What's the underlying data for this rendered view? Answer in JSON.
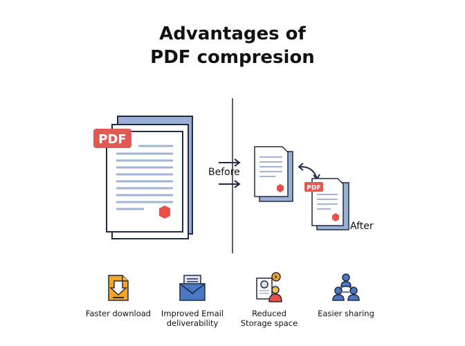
{
  "title": {
    "line1": "Advantages of",
    "line2": "PDF compresion"
  },
  "diagram": {
    "big_doc_badge": "PDF",
    "small_doc_badge": "PDF",
    "before_label": "Before",
    "after_label": "After"
  },
  "benefits": [
    {
      "icon": "download-folder-icon",
      "lines": [
        "Faster download"
      ]
    },
    {
      "icon": "email-envelope-icon",
      "lines": [
        "Improved Email",
        "deliverability"
      ]
    },
    {
      "icon": "storage-person-icon",
      "lines": [
        "Reduced",
        "Storage space"
      ]
    },
    {
      "icon": "sharing-people-icon",
      "lines": [
        "Easier sharing"
      ]
    }
  ],
  "colors": {
    "outline": "#1f2a44",
    "back_page": "#9aaed6",
    "text_lines": "#9fb4d6",
    "pdf_badge": "#e05a54",
    "seal": "#e8504a",
    "icon_orange": "#f5a623",
    "icon_blue": "#4a78c2"
  }
}
